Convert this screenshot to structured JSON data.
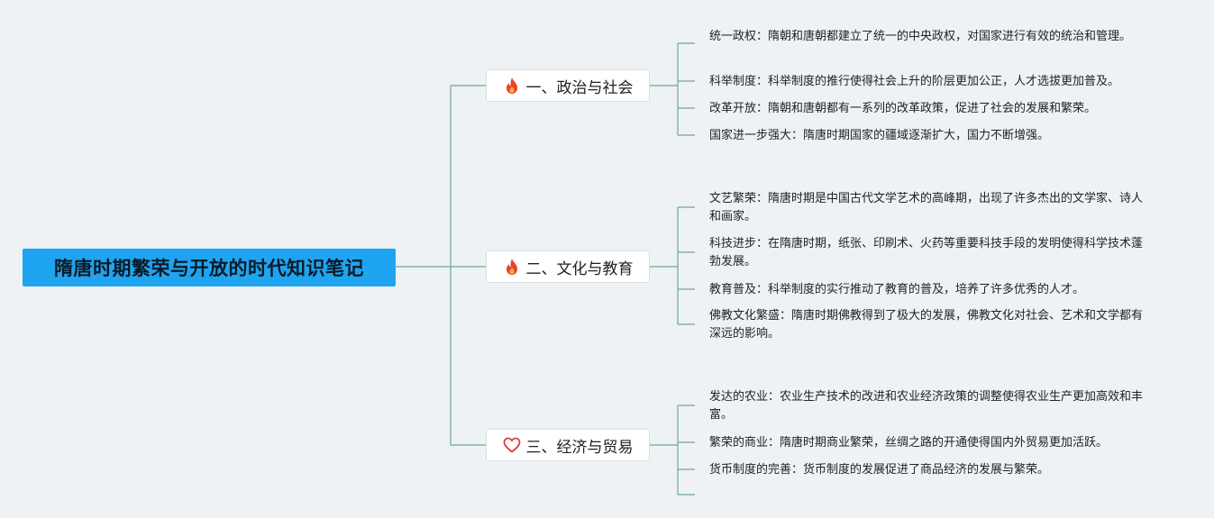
{
  "root": {
    "title": "隋唐时期繁荣与开放的时代知识笔记"
  },
  "branches": [
    {
      "label": "一、政治与社会",
      "icon": "fire-icon",
      "icon_color": "#e8412c",
      "leaves": [
        {
          "text": "统一政权：隋朝和唐朝都建立了统一的中央政权，对国家进行有效的统治和管理。"
        },
        {
          "text": "科举制度：科举制度的推行使得社会上升的阶层更加公正，人才选拔更加普及。"
        },
        {
          "text": "改革开放：隋朝和唐朝都有一系列的改革政策，促进了社会的发展和繁荣。"
        },
        {
          "text": "国家进一步强大：隋唐时期国家的疆域逐渐扩大，国力不断增强。"
        }
      ]
    },
    {
      "label": "二、文化与教育",
      "icon": "fire-icon",
      "icon_color": "#e8412c",
      "leaves": [
        {
          "text": "文艺繁荣：隋唐时期是中国古代文学艺术的高峰期，出现了许多杰出的文学家、诗人和画家。"
        },
        {
          "text": "科技进步：在隋唐时期，纸张、印刷术、火药等重要科技手段的发明使得科学技术蓬勃发展。"
        },
        {
          "text": "教育普及：科举制度的实行推动了教育的普及，培养了许多优秀的人才。"
        },
        {
          "text": "佛教文化繁盛：隋唐时期佛教得到了极大的发展，佛教文化对社会、艺术和文学都有深远的影响。"
        }
      ]
    },
    {
      "label": "三、经济与贸易",
      "icon": "heart-outline-icon",
      "icon_color": "#d94040",
      "leaves": [
        {
          "text": "发达的农业：农业生产技术的改进和农业经济政策的调整使得农业生产更加高效和丰富。"
        },
        {
          "text": "繁荣的商业：隋唐时期商业繁荣，丝绸之路的开通使得国内外贸易更加活跃。"
        },
        {
          "text": "货币制度的完善：货币制度的发展促进了商品经济的发展与繁荣。"
        }
      ]
    }
  ],
  "colors": {
    "root_bg": "#1ea4f0",
    "connector": "#6ea59c",
    "background": "#eef2f4"
  }
}
